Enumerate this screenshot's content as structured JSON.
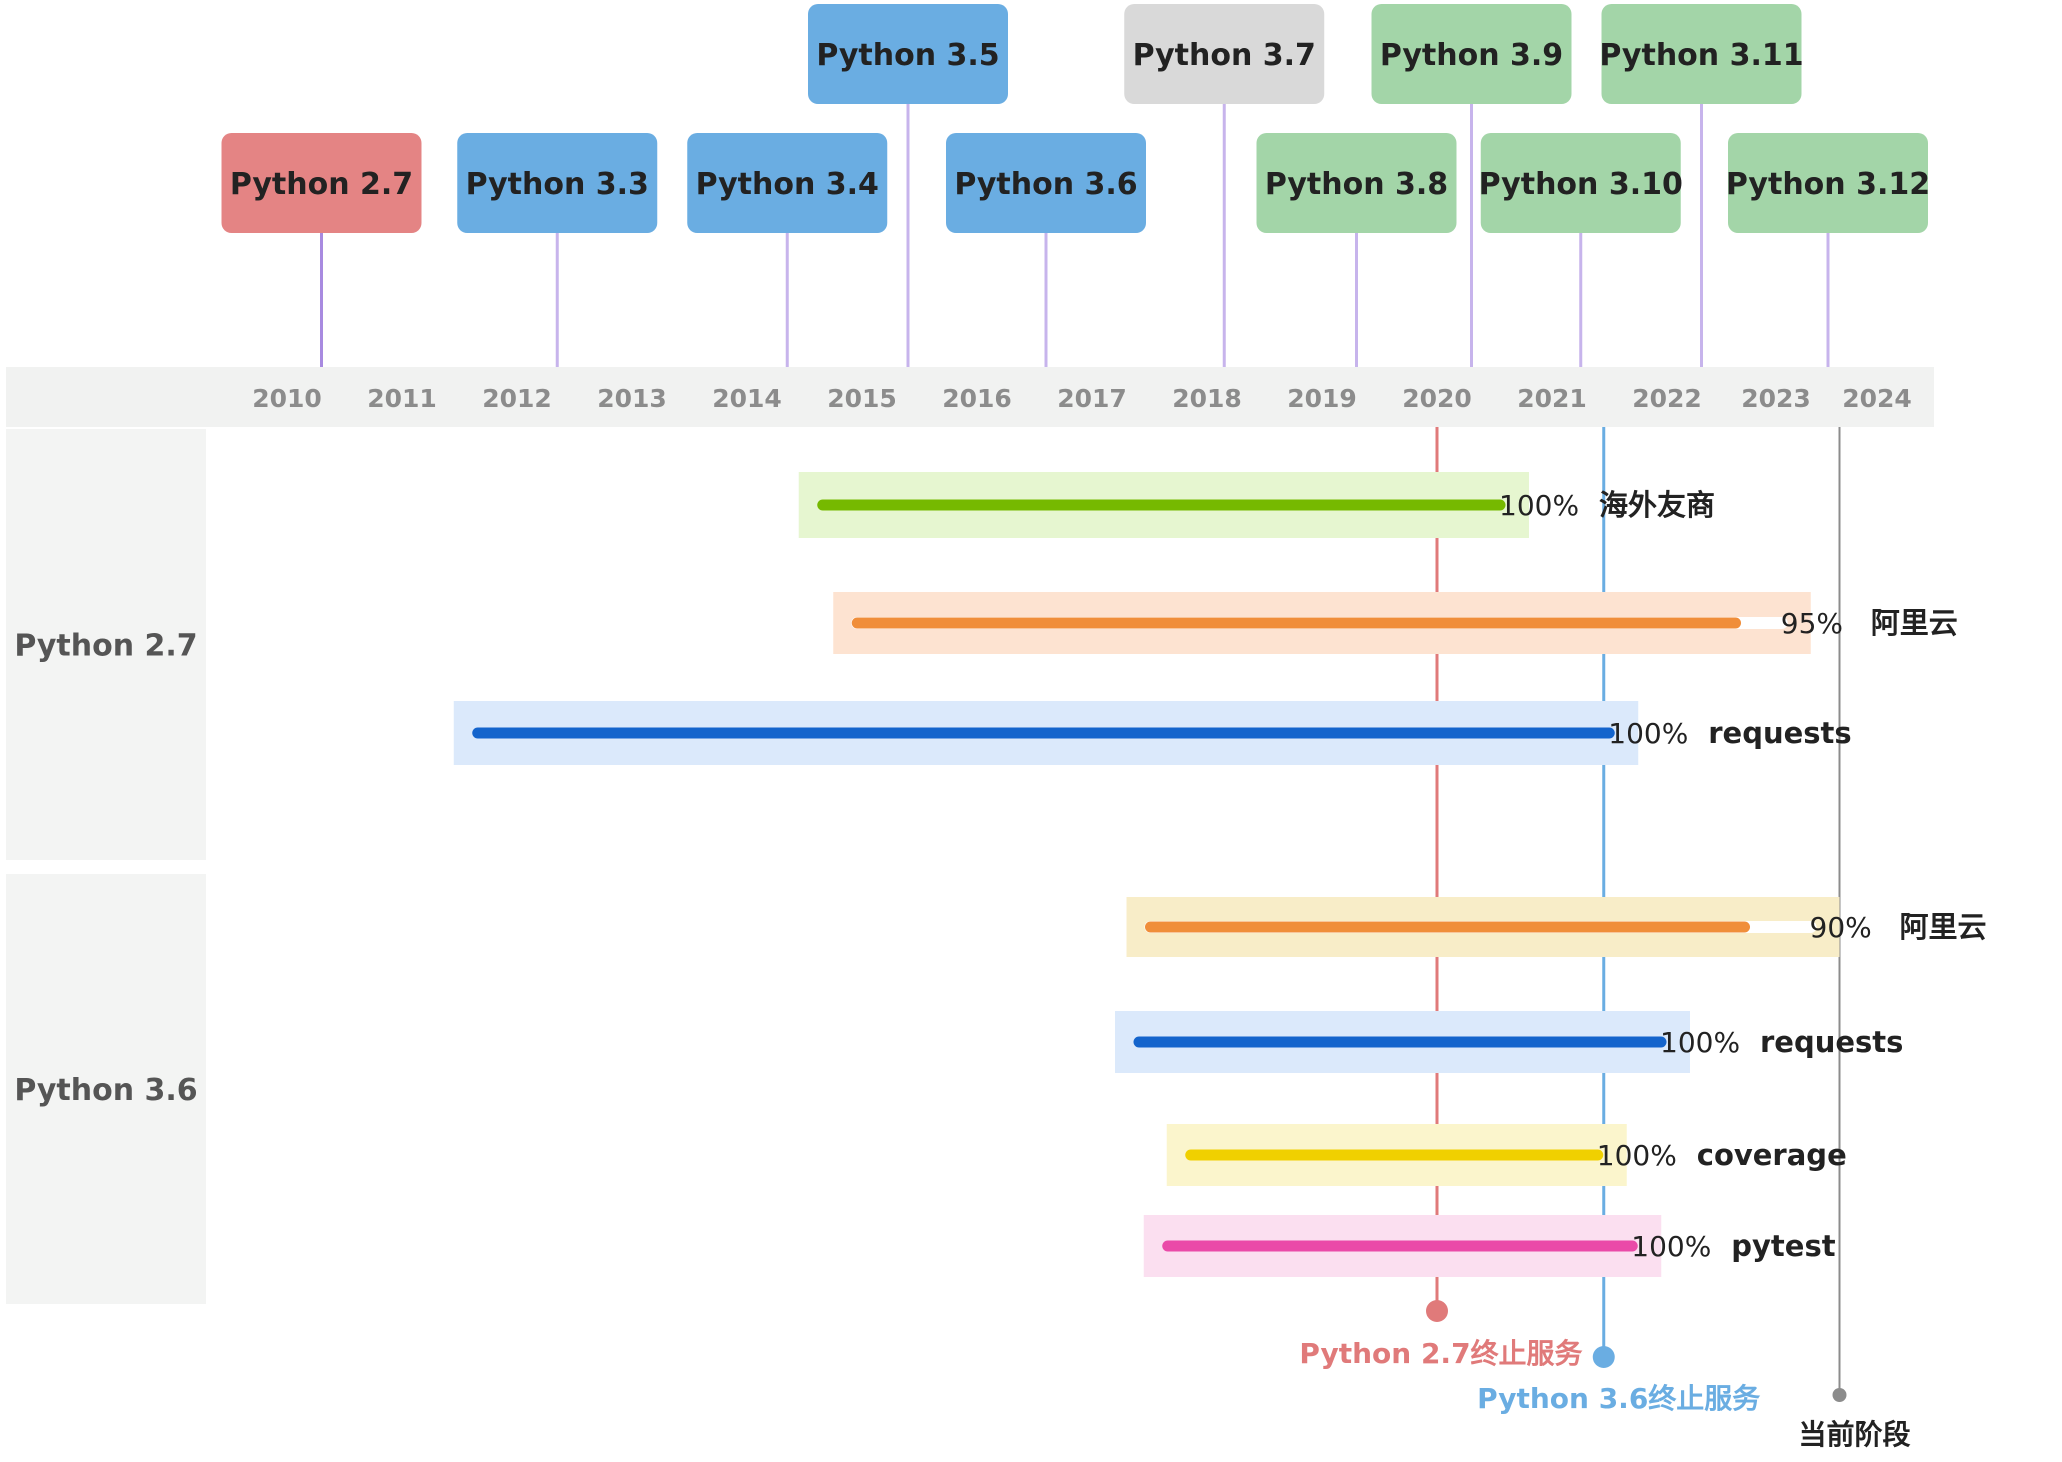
{
  "timeline": {
    "years": [
      "2010",
      "2011",
      "2012",
      "2013",
      "2014",
      "2015",
      "2016",
      "2017",
      "2018",
      "2019",
      "2020",
      "2021",
      "2022",
      "2023",
      "2024"
    ]
  },
  "releases": [
    {
      "label": "Python 2.7",
      "year": 2010.3,
      "row": "lower",
      "color": "#e48484",
      "text_color": "#222222"
    },
    {
      "label": "Python 3.3",
      "year": 2012.35,
      "row": "lower",
      "color": "#6aade2",
      "text_color": "#222222"
    },
    {
      "label": "Python 3.4",
      "year": 2014.35,
      "row": "lower",
      "color": "#6aade2",
      "text_color": "#222222"
    },
    {
      "label": "Python 3.5",
      "year": 2015.4,
      "row": "upper",
      "color": "#6aade2",
      "text_color": "#222222"
    },
    {
      "label": "Python 3.6",
      "year": 2016.6,
      "row": "lower",
      "color": "#6aade2",
      "text_color": "#222222"
    },
    {
      "label": "Python 3.7",
      "year": 2018.15,
      "row": "upper",
      "color": "#d9d9d9",
      "text_color": "#222222"
    },
    {
      "label": "Python 3.8",
      "year": 2019.3,
      "row": "lower",
      "color": "#a3d5a8",
      "text_color": "#222222"
    },
    {
      "label": "Python 3.9",
      "year": 2020.3,
      "row": "upper",
      "color": "#a3d5a8",
      "text_color": "#222222"
    },
    {
      "label": "Python 3.10",
      "year": 2021.25,
      "row": "lower",
      "color": "#a3d5a8",
      "text_color": "#222222"
    },
    {
      "label": "Python 3.11",
      "year": 2022.3,
      "row": "upper",
      "color": "#a3d5a8",
      "text_color": "#222222"
    },
    {
      "label": "Python 3.12",
      "year": 2023.4,
      "row": "lower",
      "color": "#a3d5a8",
      "text_color": "#222222"
    }
  ],
  "groups": [
    {
      "label": "Python  2.7",
      "tasks": [
        {
          "name": "海外友商",
          "percent": "100%",
          "progress": 1.0,
          "start": 2014.45,
          "end": 2020.8,
          "bg": "#e6f6d0",
          "color": "#76b900"
        },
        {
          "name": "阿里云",
          "percent": "95%",
          "progress": 0.95,
          "start": 2014.75,
          "end": 2023.25,
          "bg": "#fde3d1",
          "color": "#f08e3a"
        },
        {
          "name": "requests",
          "percent": "100%",
          "progress": 1.0,
          "start": 2011.45,
          "end": 2021.75,
          "bg": "#dbe9fb",
          "color": "#1464cc"
        }
      ]
    },
    {
      "label": "Python  3.6",
      "tasks": [
        {
          "name": "阿里云",
          "percent": "90%",
          "progress": 0.9,
          "start": 2017.3,
          "end": 2023.5,
          "bg": "#f8edc8",
          "color": "#f08e3a"
        },
        {
          "name": "requests",
          "percent": "100%",
          "progress": 1.0,
          "start": 2017.2,
          "end": 2022.2,
          "bg": "#dbe9fb",
          "color": "#1464cc"
        },
        {
          "name": "coverage",
          "percent": "100%",
          "progress": 1.0,
          "start": 2017.65,
          "end": 2021.65,
          "bg": "#fbf5cc",
          "color": "#f0d000"
        },
        {
          "name": "pytest",
          "percent": "100%",
          "progress": 1.0,
          "start": 2017.45,
          "end": 2021.95,
          "bg": "#fbdff0",
          "color": "#ea4aa8"
        }
      ]
    }
  ],
  "markers": [
    {
      "label": "Python 2.7终止服务",
      "year": 2020.0,
      "color": "#e07a7a"
    },
    {
      "label": "Python 3.6终止服务",
      "year": 2021.45,
      "color": "#6aade2"
    },
    {
      "label": "当前阶段",
      "year": 2023.5,
      "color": "#8c8c8c"
    }
  ]
}
